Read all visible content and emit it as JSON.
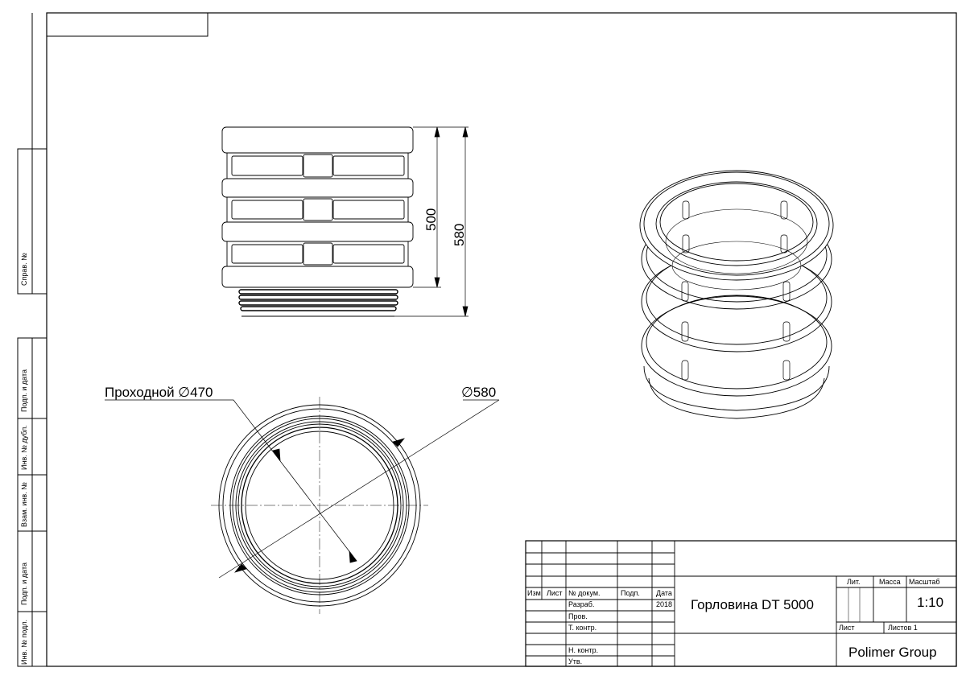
{
  "sidebar_labels": [
    "Справ. №",
    "Подп. и дата",
    "Инв. № дубл.",
    "Взам. инв. №",
    "Подп. и дата",
    "Инв. № подл."
  ],
  "dimensions": {
    "height_body": "500",
    "height_total": "580",
    "inner_diameter": "Проходной ∅470",
    "outer_diameter": "∅580"
  },
  "title_block": {
    "headers": {
      "izm": "Изм.",
      "list": "Лист",
      "doc": "№ докум.",
      "podp": "Подп.",
      "date": "Дата"
    },
    "roles": [
      "Разраб.",
      "Пров.",
      "Т. контр.",
      "Н. контр.",
      "Утв."
    ],
    "year": "2018",
    "title": "Горловина DT 5000",
    "lit_label": "Лит.",
    "mass_label": "Масса",
    "scale_label": "Масштаб",
    "scale": "1:10",
    "sheet_label": "Лист",
    "sheets_label": "Листов 1",
    "company": "Polimer Group"
  }
}
